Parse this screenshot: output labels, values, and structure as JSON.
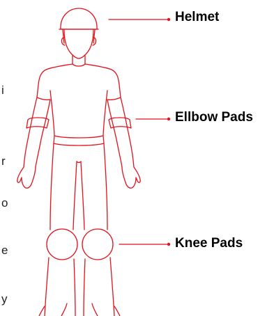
{
  "colors": {
    "outline": "#e3121b",
    "label_text": "#000000"
  },
  "labels": {
    "helmet": "Helmet",
    "elbow": "Ellbow Pads",
    "knee": "Knee Pads"
  },
  "edge_text": [
    "i",
    "r",
    "o",
    "e",
    "y"
  ]
}
